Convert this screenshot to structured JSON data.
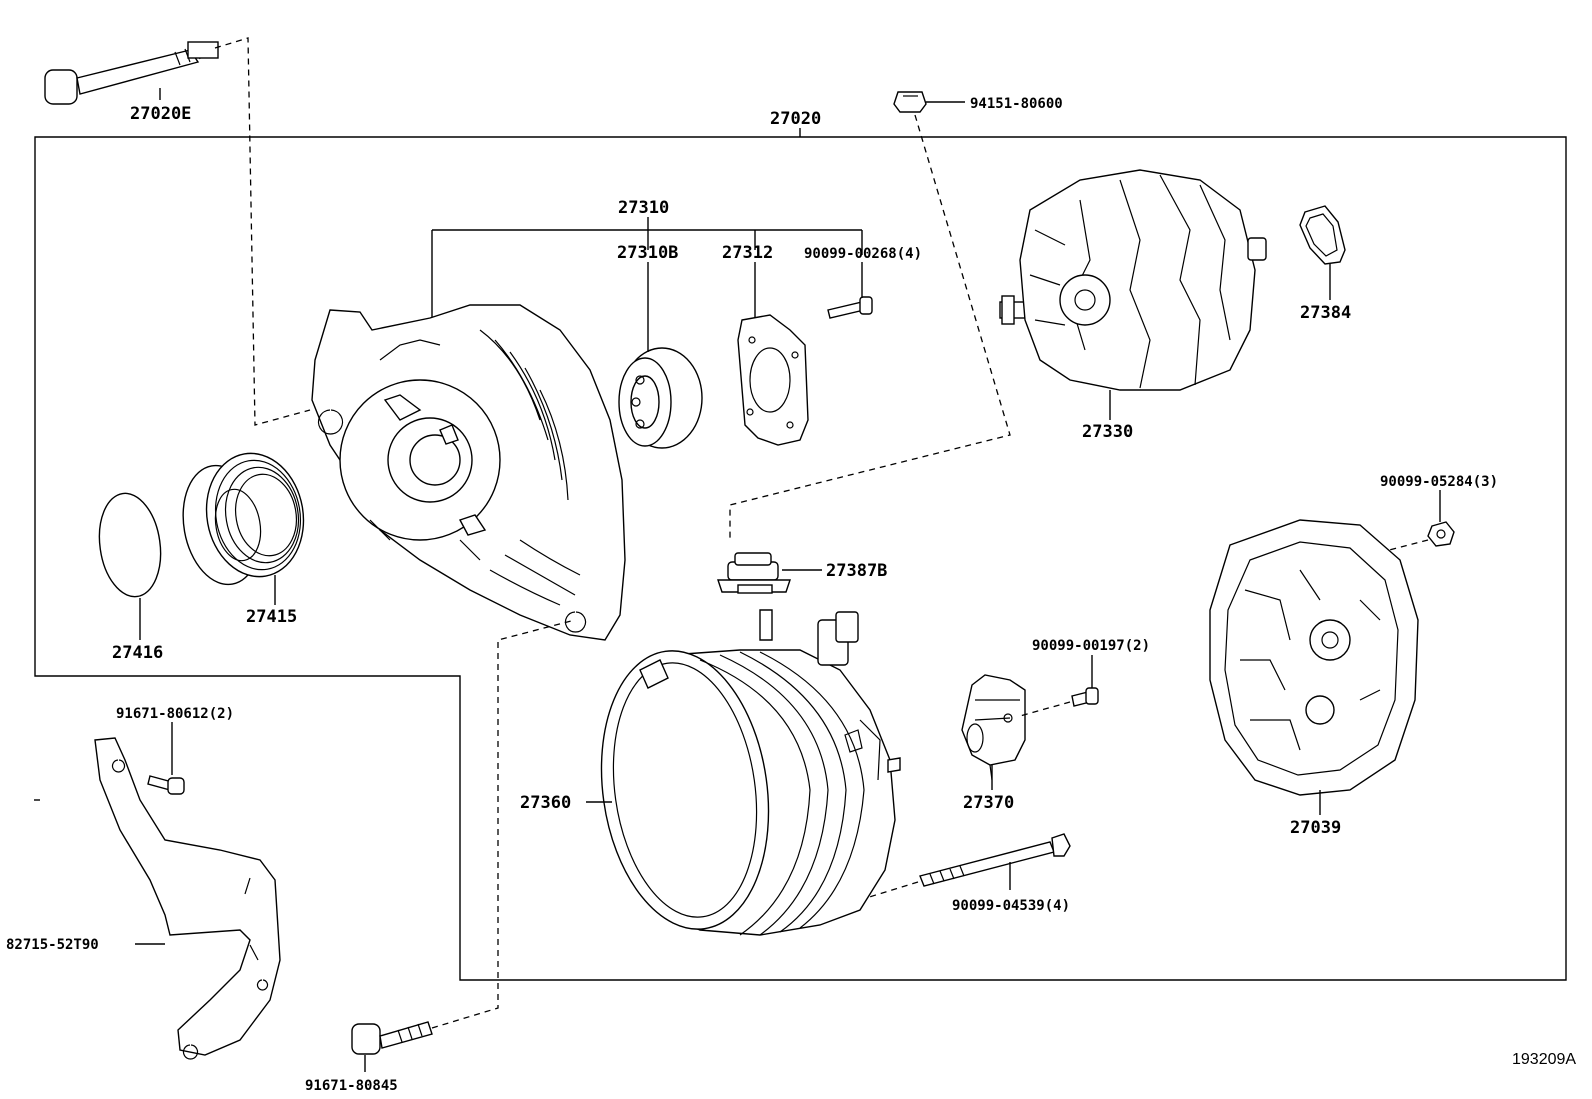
{
  "diagram": {
    "id": "193209A",
    "labels": {
      "p27020E": "27020E",
      "p27020": "27020",
      "p94151": "94151-80600",
      "p27310": "27310",
      "p27310B": "27310B",
      "p27312": "27312",
      "p90099_00268": "90099-00268(4)",
      "p27384": "27384",
      "p27330": "27330",
      "p90099_05284": "90099-05284(3)",
      "p27387B": "27387B",
      "p27416": "27416",
      "p27415": "27415",
      "p90099_00197": "90099-00197(2)",
      "p91671_80612": "91671-80612(2)",
      "p27360": "27360",
      "p27370": "27370",
      "p27039": "27039",
      "p82715": "82715-52T90",
      "p90099_04539": "90099-04539(4)",
      "p91671_80845": "91671-80845"
    }
  }
}
